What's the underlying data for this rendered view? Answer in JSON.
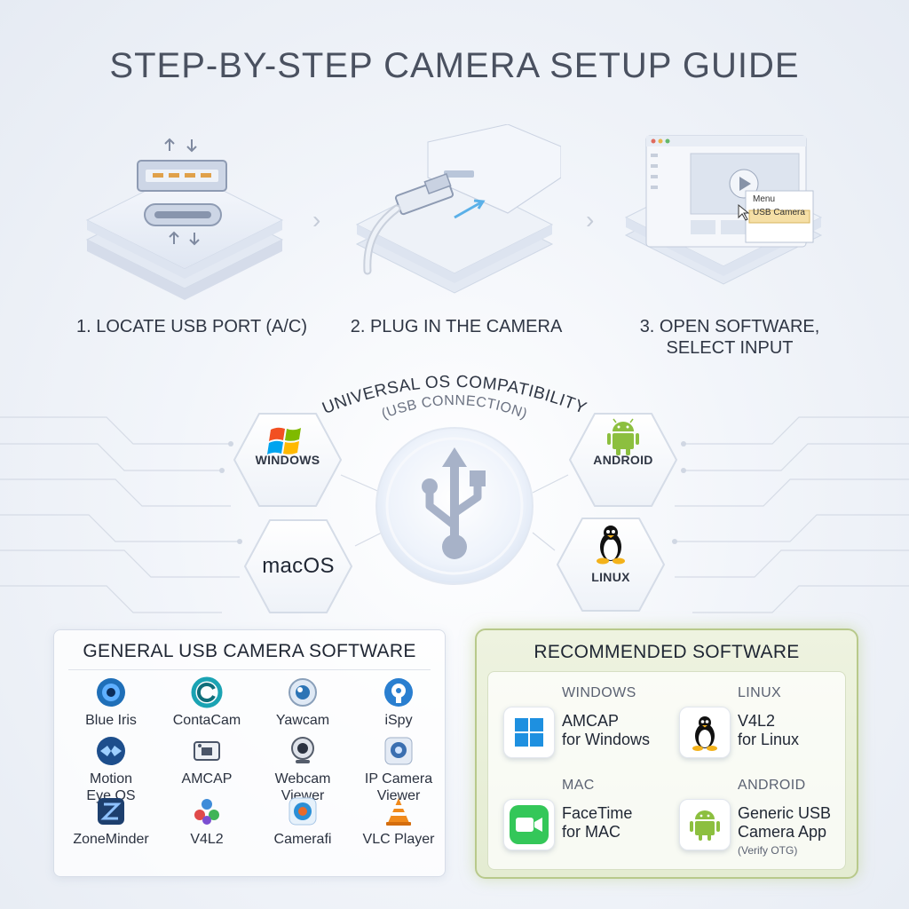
{
  "title": "STEP-BY-STEP CAMERA SETUP GUIDE",
  "steps": [
    {
      "label_line1": "1. LOCATE USB PORT (A/C)",
      "label_line2": ""
    },
    {
      "label_line1": "2. PLUG IN THE CAMERA",
      "label_line2": ""
    },
    {
      "label_line1": "3. OPEN SOFTWARE,",
      "label_line2": "SELECT INPUT"
    }
  ],
  "step3_menu": {
    "heading": "Menu",
    "selected": "USB Camera"
  },
  "compatibility": {
    "heading": "UNIVERSAL OS COMPATIBILITY",
    "subheading": "(USB CONNECTION)",
    "os": [
      {
        "label": "WINDOWS",
        "icon": "windows-logo-icon"
      },
      {
        "label": "ANDROID",
        "icon": "android-icon"
      },
      {
        "label": "macOS",
        "icon": ""
      },
      {
        "label": "LINUX",
        "icon": "linux-tux-icon"
      }
    ]
  },
  "general_software": {
    "title": "GENERAL USB CAMERA SOFTWARE",
    "items": [
      {
        "line1": "Blue Iris",
        "line2": "",
        "icon": "blue-iris-icon",
        "color": "#1f6fb8"
      },
      {
        "line1": "ContaCam",
        "line2": "",
        "icon": "contacam-icon",
        "color": "#1aa3b3"
      },
      {
        "line1": "Yawcam",
        "line2": "",
        "icon": "yawcam-icon",
        "color": "#2c74b5"
      },
      {
        "line1": "iSpy",
        "line2": "",
        "icon": "ispy-icon",
        "color": "#2a7fd0"
      },
      {
        "line1": "Motion",
        "line2": "Eye OS",
        "icon": "motioneye-icon",
        "color": "#1d4e8c"
      },
      {
        "line1": "AMCAP",
        "line2": "",
        "icon": "amcap-icon",
        "color": "#4a5568"
      },
      {
        "line1": "Webcam",
        "line2": "Viewer",
        "icon": "webcam-viewer-icon",
        "color": "#555d6b"
      },
      {
        "line1": "IP Camera",
        "line2": "Viewer",
        "icon": "ip-camera-viewer-icon",
        "color": "#3b6fb0"
      },
      {
        "line1": "ZoneMinder",
        "line2": "",
        "icon": "zoneminder-icon",
        "color": "#1d3f6e"
      },
      {
        "line1": "V4L2",
        "line2": "",
        "icon": "v4l2-icon",
        "color": "#3f8cd9"
      },
      {
        "line1": "Camerafi",
        "line2": "",
        "icon": "camerafi-icon",
        "color": "#2b8fd6"
      },
      {
        "line1": "VLC Player",
        "line2": "",
        "icon": "vlc-icon",
        "color": "#f08a1c"
      }
    ]
  },
  "recommended_software": {
    "title": "RECOMMENDED SOFTWARE",
    "items": [
      {
        "category": "WINDOWS",
        "line1": "AMCAP",
        "line2": "for Windows",
        "note": "",
        "icon": "windows-tiles-icon",
        "color": "#1e90e0"
      },
      {
        "category": "LINUX",
        "line1": "V4L2",
        "line2": "for Linux",
        "note": "",
        "icon": "linux-tux-icon",
        "color": "#111111"
      },
      {
        "category": "MAC",
        "line1": "FaceTime",
        "line2": "for MAC",
        "note": "",
        "icon": "facetime-icon",
        "color": "#34c759"
      },
      {
        "category": "ANDROID",
        "line1": "Generic USB",
        "line2": "Camera App",
        "note": "(Verify OTG)",
        "icon": "android-icon",
        "color": "#8cbf3f"
      }
    ]
  }
}
